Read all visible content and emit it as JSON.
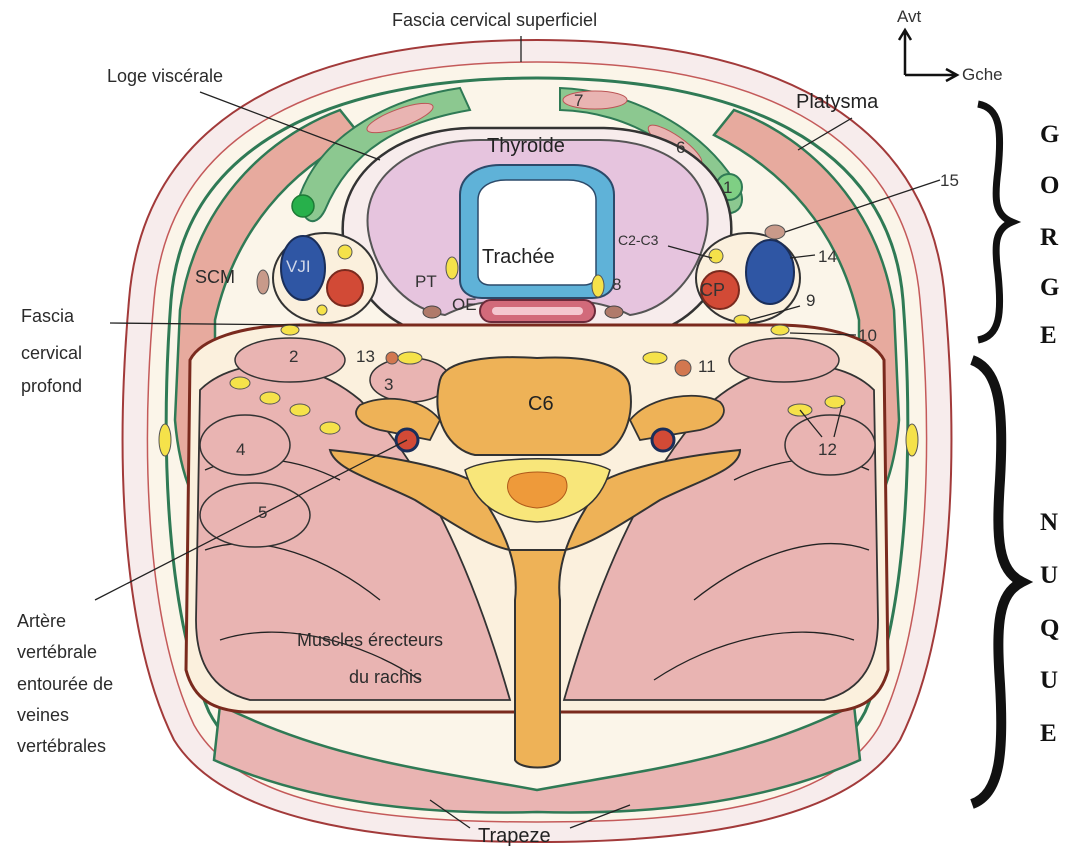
{
  "orientation": {
    "anterior": "Avt",
    "left": "Gche"
  },
  "labels": {
    "fascia_superficial": "Fascia cervical superficiel",
    "loge_viscerale": "Loge viscérale",
    "platysma": "Platysma",
    "thyroide": "Thyroide",
    "trachee": "Trachée",
    "c2c3": "C2-C3",
    "scm": "SCM",
    "vji": "VJI",
    "cp": "CP",
    "pt": "PT",
    "oe": "OE",
    "c6": "C6",
    "fascia_profond": [
      "Fascia",
      "cervical",
      "profond"
    ],
    "arteria_vertebrale": [
      "Artère",
      "vertébrale",
      "entourée de",
      "veines",
      "vertébrales"
    ],
    "muscles_erecteurs": [
      "Muscles érecteurs",
      "du rachis"
    ],
    "trapeze": "Trapeze"
  },
  "numbers": [
    "1",
    "2",
    "3",
    "4",
    "5",
    "6",
    "7",
    "8",
    "9",
    "10",
    "11",
    "12",
    "13",
    "14",
    "15"
  ],
  "regions": {
    "gorge": [
      "G",
      "O",
      "R",
      "G",
      "E"
    ],
    "nuque": [
      "N",
      "U",
      "Q",
      "U",
      "E"
    ]
  },
  "colors": {
    "skin": "#f7ecec",
    "muscle": "#e9b4b2",
    "fascia_green": "#4fa86a",
    "thyroid": "#e6c4de",
    "trachea_blue": "#5fb2d8",
    "vein_blue": "#2f56a4",
    "artery_red": "#d24a36",
    "bone": "#eeb257",
    "nerve_yellow": "#f5e24a"
  }
}
